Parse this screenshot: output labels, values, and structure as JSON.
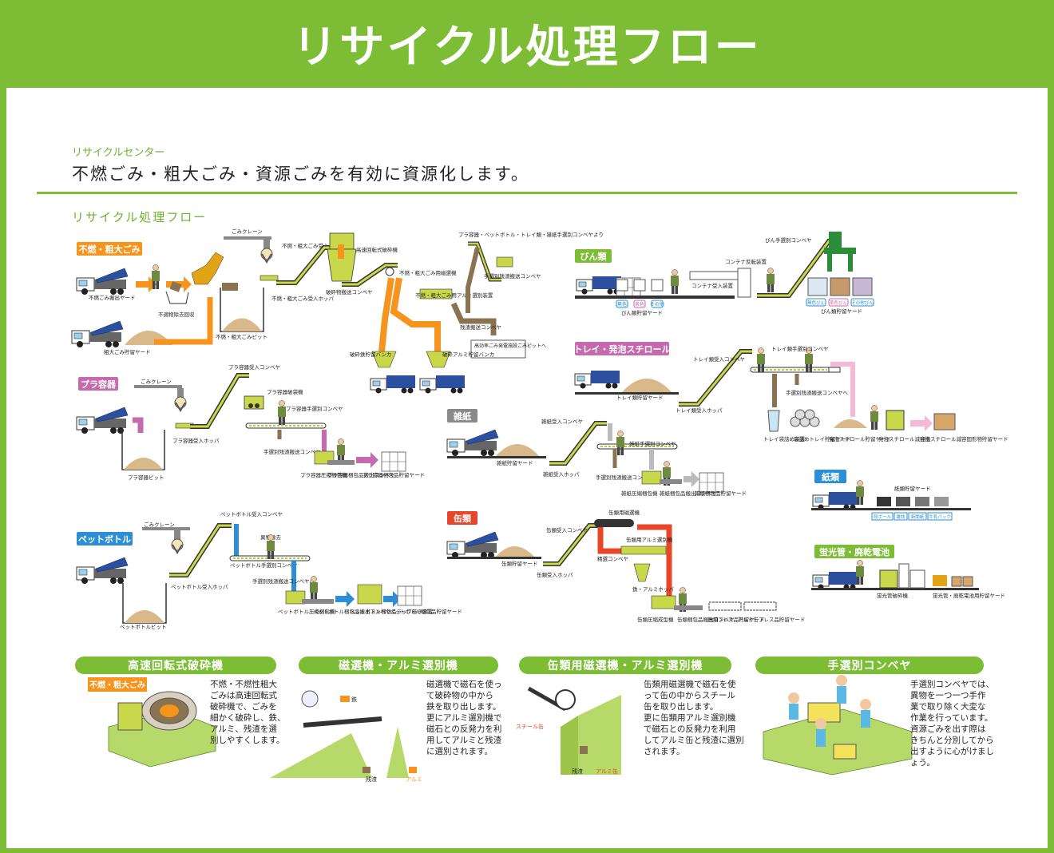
{
  "header": {
    "title": "リサイクル処理フロー"
  },
  "intro": {
    "subtitle": "リサイクルセンター",
    "lead": "不燃ごみ・粗大ごみ・資源ごみを有効に資源化します。",
    "flow_title": "リサイクル処理フロー"
  },
  "colors": {
    "green": "#7cbd35",
    "orange": "#f7941d",
    "purple": "#c66aae",
    "blue": "#2b8ed6",
    "gray": "#8a8a8a",
    "red": "#e8462a",
    "pink": "#f5b8d6"
  },
  "streams": {
    "funen": {
      "tag": "不燃・粗大ごみ",
      "labels": [
        "不燃ごみ搬出ヤード",
        "不適物除去回収",
        "粗大ごみ貯留ヤード",
        "不燃・粗大ごみピット",
        "ごみクレーン",
        "不燃・粗大ごみ受入コンベヤ",
        "不燃・粗大ごみ受入ホッパ",
        "高速回転式破砕機",
        "破砕物搬送コンベヤ",
        "不燃・粗大ごみ用磁選機",
        "不燃・粗大ごみ用アルミ選別装置",
        "残渣搬送コンベヤ",
        "高効率ごみ発電施設ごみピットへ",
        "破砕鉄貯留バンカ",
        "破砕アルミ貯留バンカ",
        "プラ容器・ペットボトル・トレイ類・雑紙手選別コンベヤより",
        "手選別残渣搬送コンベヤ"
      ]
    },
    "pura": {
      "tag": "プラ容器",
      "labels": [
        "ごみクレーン",
        "プラ容器受入コンベヤ",
        "プラ容器破袋機",
        "プラ容器手選別コンベヤ",
        "プラ容器受入ホッパ",
        "プラ容器ピット",
        "手選別残渣搬送コンベヤへ",
        "プラ容器圧縮梱包機",
        "プラ容器梱包品搬出コンベヤ",
        "プラ容器梱包品貯留ヤード"
      ]
    },
    "pet": {
      "tag": "ペットボトル",
      "labels": [
        "ごみクレーン",
        "ペットボトル受入コンベヤ",
        "異物除去",
        "ペットボトル手選別コンベヤ",
        "ペットボトル受入ホッパ",
        "ペットボトルピット",
        "手選別残渣搬送コンベヤへ",
        "ペットボトル圧縮梱包機",
        "ペットボトル梱包品搬出コンベヤ",
        "ペットボトル梱包品ラップ巻き装置",
        "ペットボトル梱包品貯留ヤード"
      ]
    },
    "bin": {
      "tag": "びん類",
      "labels": [
        "びん類貯留ヤード",
        "コンテナ反転装置",
        "コンテナ受入装置",
        "びん手選別コンベヤ"
      ],
      "bins": [
        "無色",
        "茶色",
        "その他"
      ],
      "sorted": [
        "無色びん",
        "茶色びん",
        "その他びん"
      ]
    },
    "tray": {
      "tag": "トレイ・発泡スチロール",
      "labels": [
        "トレイ類貯留ヤード",
        "トレイ類受入コンベヤ",
        "トレイ類受入ホッパ",
        "トレイ類手選別コンベヤ",
        "手選別残渣搬送コンベヤへ",
        "トレイ袋詰め装置",
        "袋詰めトレイ貯留ヤード",
        "発泡スチロール貯留ヤード",
        "発泡スチロール減容機",
        "発泡スチロール減容固形物貯留ヤード"
      ]
    },
    "zatsu": {
      "tag": "雑紙",
      "labels": [
        "雑紙受入コンベヤ",
        "雑紙貯留ヤード",
        "雑紙受入ホッパ",
        "雑紙手選別コンベヤ",
        "手選別残渣搬送コンベヤへ",
        "雑紙圧縮梱包機",
        "雑紙梱包品搬出コンベヤ",
        "雑紙梱包品貯留ヤード"
      ]
    },
    "kami": {
      "tag": "紙類",
      "labels": [
        "紙類貯留ヤード"
      ],
      "items": [
        "段ボール",
        "雑誌",
        "新聞紙",
        "牛乳パック"
      ]
    },
    "kan": {
      "tag": "缶類",
      "labels": [
        "缶類受入コンベヤ",
        "缶類貯留ヤード",
        "缶類受入ホッパ",
        "缶類用磁選機",
        "缶類用アルミ選別機",
        "精選コンベヤ",
        "鉄・アルミホッパ",
        "缶類圧縮成型機",
        "缶類梱包品搬出コンベヤ",
        "鉄類プレス品貯留ヤード",
        "アルミ缶プレス品貯留ヤード"
      ]
    },
    "keikou": {
      "tag": "蛍光管・廃乾電池",
      "labels": [
        "蛍光管破砕機",
        "蛍光管・廃乾電池用貯留ヤード"
      ]
    }
  },
  "sections": [
    {
      "title": "高速回転式破砕機",
      "tag": "不燃・粗大ごみ",
      "text": "不燃・不燃性粗大\nごみは高速回転式\n破砕機で、ごみを\n細かく破砕し、鉄、\nアルミ、残渣を選\n別しやすくします。"
    },
    {
      "title": "磁選機・アルミ選別機",
      "labels": [
        "鉄",
        "残渣",
        "アルミ"
      ],
      "text": "磁選機で磁石を使っ\nて破砕物の中から\n鉄を取り出します。\n更にアルミ選別機で\n磁石との反発力を利\n用してアルミと残渣\nに選別されます。"
    },
    {
      "title": "缶類用磁選機・アルミ選別機",
      "labels": [
        "スチール缶",
        "残渣",
        "アルミ缶"
      ],
      "text": "缶類用磁選機で磁石を使\nって缶の中からスチール\n缶を取り出します。\n更に缶類用アルミ選別機\nで磁石との反発力を利用\nしてアルミ缶と残渣に選別\nされます。"
    },
    {
      "title": "手選別コンベヤ",
      "text": "手選別コンベヤでは、\n異物を一つ一つ手作\n業で取り除く大変な\n作業を行っています。\n資源ごみを出す際は\nきちんと分別してから\n出すように心がけまし\nょう。"
    }
  ]
}
